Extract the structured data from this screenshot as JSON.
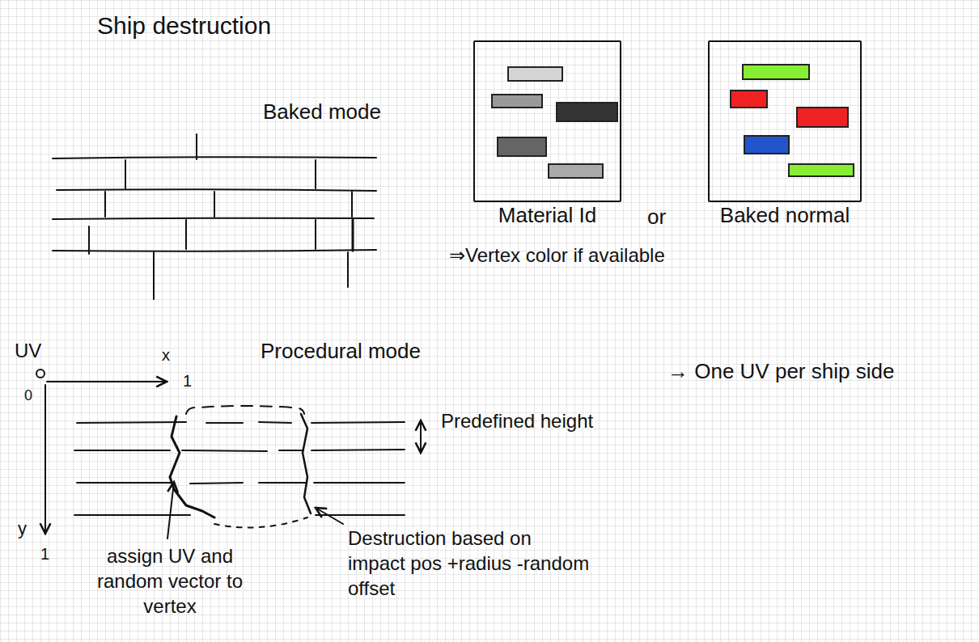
{
  "diagram": {
    "title": "Ship destruction",
    "nodes": [
      {
        "text": [
          "Material Id"
        ]
      },
      {
        "text": [
          "Baked normal"
        ]
      }
    ],
    "labels": [
      "Baked mode",
      "or",
      "⇒Vertex color if available",
      "UV",
      "0",
      "x",
      "1",
      "Procedural mode",
      "→ One UV per ship side",
      "Predefined height",
      "y",
      "1",
      "assign UV and random vector to vertex",
      "Destruction based on impact pos +radius -random offset"
    ]
  }
}
